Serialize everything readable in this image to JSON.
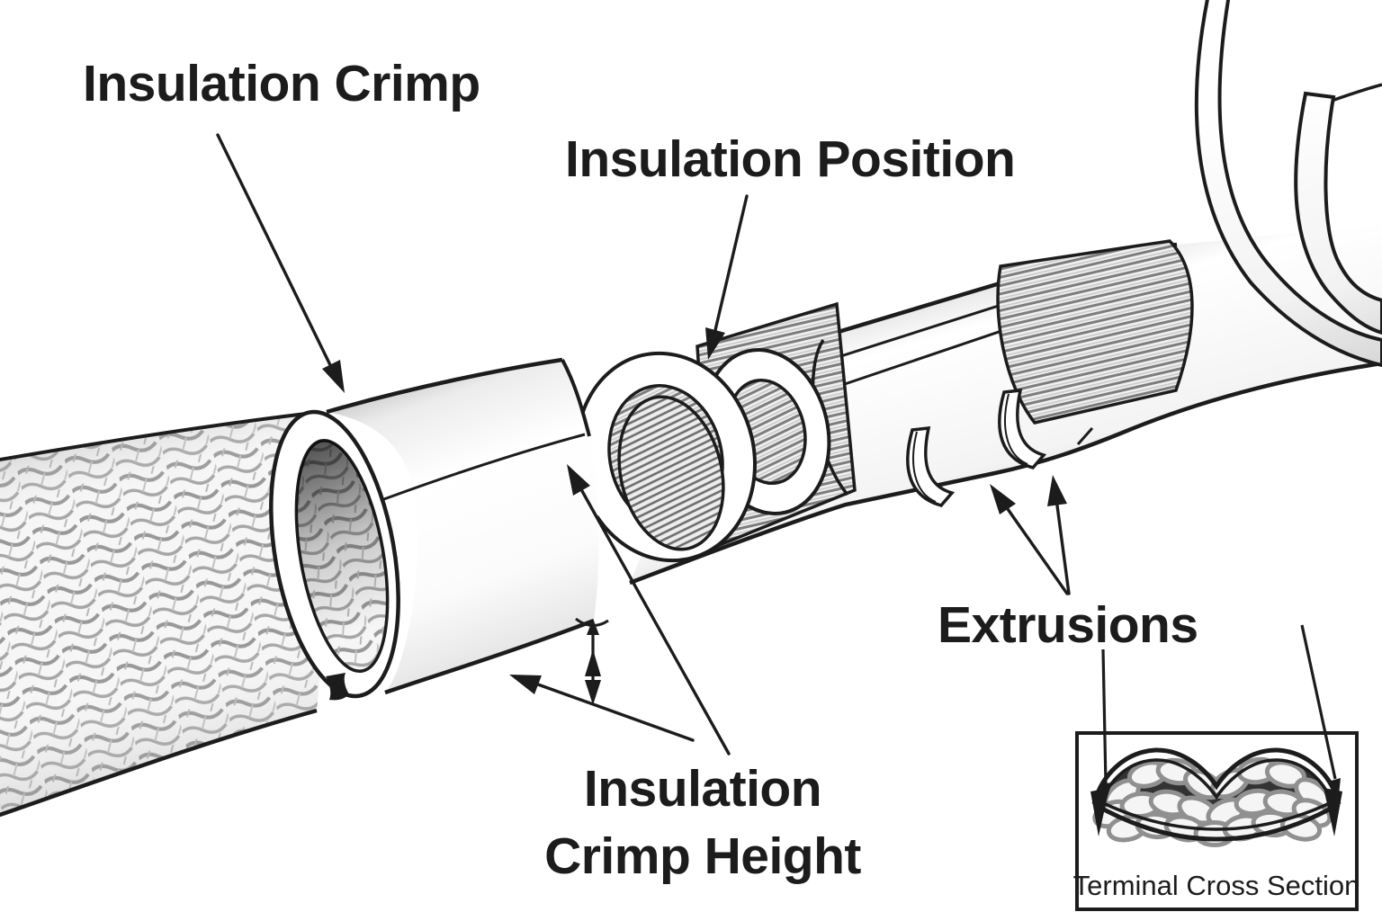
{
  "figure": {
    "type": "technical-illustration",
    "subject": "crimp terminal on stripped wire",
    "background": "#ffffff",
    "ink_color": "#1c1c1c",
    "shade_gray": "#d9d9d9",
    "strand_gray": "#8a8a8a"
  },
  "labels": {
    "insulation_crimp": "Insulation Crimp",
    "insulation_position": "Insulation Position",
    "extrusions": "Extrusions",
    "crimp_height_line1": "Insulation",
    "crimp_height_line2": "Crimp Height",
    "inset_caption": "Terminal Cross Section"
  }
}
